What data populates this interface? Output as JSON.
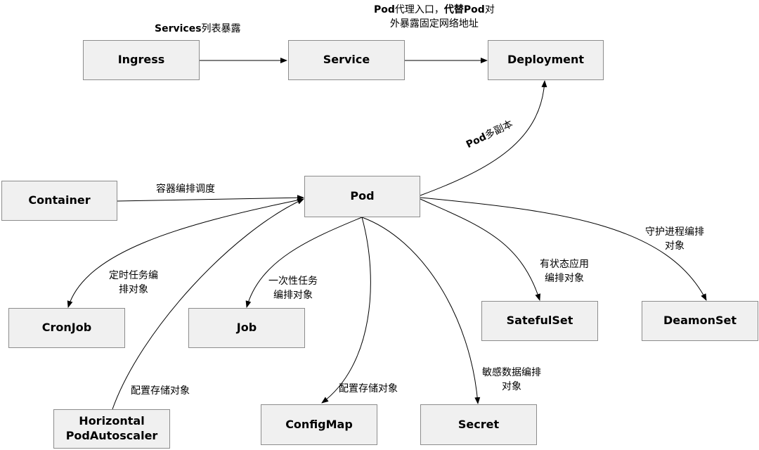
{
  "nodes": {
    "ingress": "Ingress",
    "service": "Service",
    "deployment": "Deployment",
    "container": "Container",
    "pod": "Pod",
    "cronjob": "CronJob",
    "job": "Job",
    "statefulset": "SatefulSet",
    "daemonset": "DeamonSet",
    "hpa_line1": "Horizontal",
    "hpa_line2": "PodAutoscaler",
    "configmap": "ConfigMap",
    "secret": "Secret"
  },
  "edge_labels": {
    "ingress_service_bold": "Services",
    "ingress_service_rest": "列表暴露",
    "service_deployment_line1_bold1": "Pod",
    "service_deployment_line1_mid": "代理入口，",
    "service_deployment_line1_bold2": "代替Pod",
    "service_deployment_line1_end": "对",
    "service_deployment_line2": "外暴露固定网络地址",
    "pod_deployment_bold": "Pod",
    "pod_deployment_rest": "多副本",
    "container_pod": "容器编排调度",
    "cronjob_line1": "定时任务编",
    "cronjob_line2": "排对象",
    "job_line1": "一次性任务",
    "job_line2": "编排对象",
    "statefulset_line1": "有状态应用",
    "statefulset_line2": "编排对象",
    "daemonset_line1": "守护进程编排",
    "daemonset_line2": "对象",
    "hpa": "配置存储对象",
    "configmap": "配置存储对象",
    "secret_line1": "敏感数据编排",
    "secret_line2": "对象"
  }
}
